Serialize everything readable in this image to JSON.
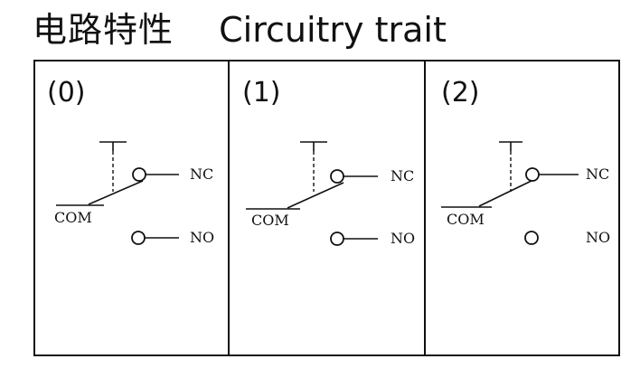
{
  "header": {
    "title_cn": "电路特性",
    "title_en": "Circuitry trait"
  },
  "panels": [
    {
      "label": "(0)",
      "nc_label": "NC",
      "no_label": "NO",
      "com_label": "COM",
      "nc_connected": true,
      "no_connected": true
    },
    {
      "label": "(1)",
      "nc_label": "NC",
      "no_label": "NO",
      "com_label": "COM",
      "nc_connected": true,
      "no_connected": true
    },
    {
      "label": "(2)",
      "nc_label": "NC",
      "no_label": "NO",
      "com_label": "COM",
      "nc_connected": true,
      "no_connected": false
    }
  ]
}
